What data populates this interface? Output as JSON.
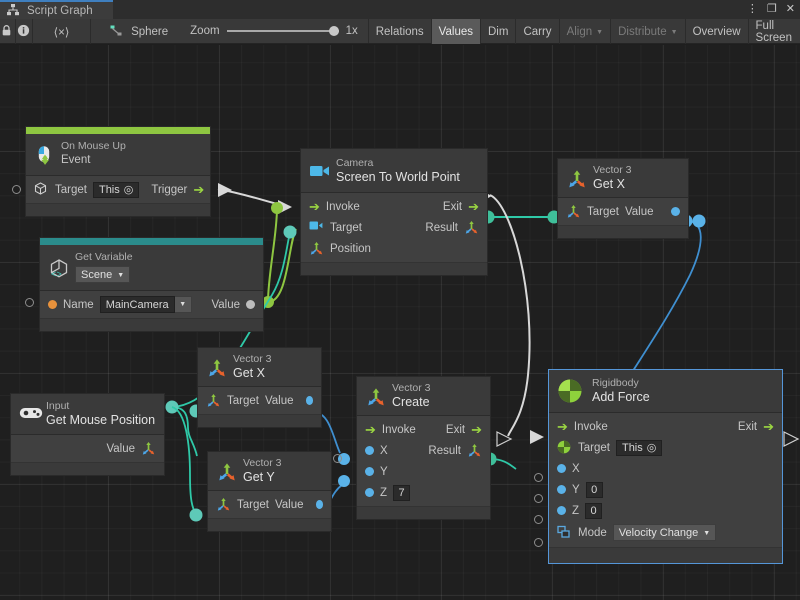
{
  "window": {
    "tab_label": "Script Graph",
    "tab_icon": "script-graph-icon",
    "buttons": [
      {
        "name": "more-options-button",
        "glyph": "⋮"
      },
      {
        "name": "maximize-button",
        "glyph": "❐"
      },
      {
        "name": "close-button",
        "glyph": "✕"
      }
    ]
  },
  "toolbar": {
    "lock_icon": "lock-icon",
    "info_icon": "info-icon",
    "code_label": "⟨×⟩",
    "object_icon": "script-graph-small-icon",
    "object_label": "Sphere",
    "zoom_label": "Zoom",
    "zoom_value": "1x",
    "items": [
      {
        "name": "toolbar-relations",
        "label": "Relations",
        "state": "normal",
        "caret": false
      },
      {
        "name": "toolbar-values",
        "label": "Values",
        "state": "pressed",
        "caret": false
      },
      {
        "name": "toolbar-dim",
        "label": "Dim",
        "state": "normal",
        "caret": false
      },
      {
        "name": "toolbar-carry",
        "label": "Carry",
        "state": "normal",
        "caret": false
      },
      {
        "name": "toolbar-align",
        "label": "Align",
        "state": "dim",
        "caret": true
      },
      {
        "name": "toolbar-distribute",
        "label": "Distribute",
        "state": "dim",
        "caret": true
      },
      {
        "name": "toolbar-overview",
        "label": "Overview",
        "state": "normal",
        "caret": false
      },
      {
        "name": "toolbar-fullscreen",
        "label": "Full Screen",
        "state": "normal",
        "caret": false
      }
    ]
  },
  "nodes": {
    "on_mouse_up": {
      "subtitle": "On Mouse Up",
      "title": "Event",
      "accent": "#8ec641",
      "icon": "on-mouse-up-icon",
      "target_label": "Target",
      "target_value": "This",
      "trigger_label": "Trigger"
    },
    "get_variable": {
      "subtitle": "Get Variable",
      "scope": "Scene",
      "accent": "#2b8c8c",
      "icon": "unity-variable-icon",
      "name_label": "Name",
      "name_value": "MainCamera",
      "value_label": "Value"
    },
    "camera_screen_to_world": {
      "subtitle": "Camera",
      "title": "Screen To World Point",
      "icon": "camera-icon",
      "invoke_label": "Invoke",
      "exit_label": "Exit",
      "target_label": "Target",
      "result_label": "Result",
      "position_label": "Position"
    },
    "vector3_getx_top": {
      "subtitle": "Vector 3",
      "title": "Get X",
      "icon": "vector3-icon",
      "target_label": "Target",
      "value_label": "Value"
    },
    "vector3_getx_mid": {
      "subtitle": "Vector 3",
      "title": "Get X",
      "icon": "vector3-icon",
      "target_label": "Target",
      "value_label": "Value"
    },
    "vector3_gety": {
      "subtitle": "Vector 3",
      "title": "Get Y",
      "icon": "vector3-icon",
      "target_label": "Target",
      "value_label": "Value"
    },
    "input_mouse": {
      "subtitle": "Input",
      "title": "Get Mouse Position",
      "icon": "gamepad-icon",
      "value_label": "Value"
    },
    "vector3_create": {
      "subtitle": "Vector 3",
      "title": "Create",
      "icon": "vector3-icon",
      "invoke_label": "Invoke",
      "exit_label": "Exit",
      "x_label": "X",
      "y_label": "Y",
      "z_label": "Z",
      "z_value": "7",
      "result_label": "Result"
    },
    "rigidbody_add_force": {
      "subtitle": "Rigidbody",
      "title": "Add Force",
      "icon": "rigidbody-icon",
      "selected": true,
      "invoke_label": "Invoke",
      "exit_label": "Exit",
      "target_label": "Target",
      "target_value": "This",
      "x_label": "X",
      "y_label": "Y",
      "y_value": "0",
      "z_label": "Z",
      "z_value": "0",
      "mode_label": "Mode",
      "mode_value": "Velocity Change"
    }
  },
  "colors": {
    "flow_wire": "#d8d8d8",
    "value_wire_green": "#8ec641",
    "value_wire_teal": "#2fc9a8",
    "value_wire_blue": "#3f8fd0",
    "accent_green": "#8ec641",
    "accent_teal": "#2b8c8c",
    "selection": "#5596d8",
    "canvas_bg": "#1f1f1f"
  }
}
